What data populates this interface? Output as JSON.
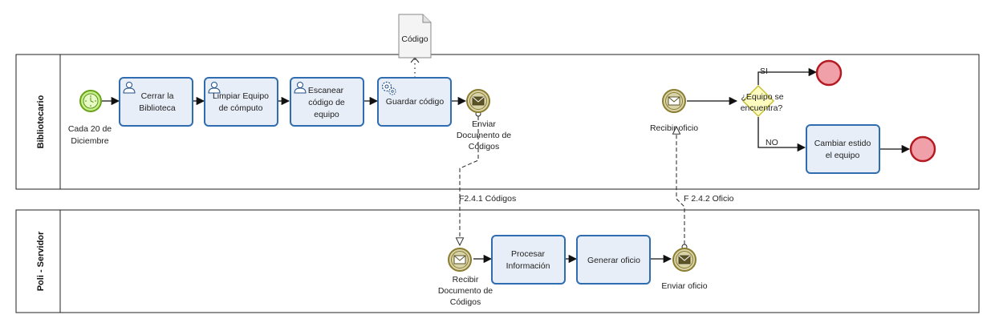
{
  "pools": {
    "bibliotecario": "Bibliotecario",
    "servidor": "Poli - Servidor"
  },
  "start_event": {
    "label_line1": "Cada 20 de",
    "label_line2": "Diciembre"
  },
  "tasks": {
    "cerrar": [
      "Cerrar la",
      "Biblioteca"
    ],
    "limpiar": [
      "Limpiar Equipo",
      "de cómputo"
    ],
    "escanear": [
      "Escanear",
      "código de",
      "equipo"
    ],
    "guardar": [
      "Guardar código"
    ],
    "procesar": [
      "Procesar",
      "Información"
    ],
    "generar": [
      "Generar oficio"
    ],
    "cambiar": [
      "Cambiar estido",
      "el equipo"
    ]
  },
  "data_object": {
    "label": "Código"
  },
  "events": {
    "enviar_doc": [
      "Enviar",
      "Documento de",
      "Códigos"
    ],
    "recibir_oficio": [
      "Recibir oficio"
    ],
    "recibir_doc": [
      "Recibir",
      "Documento de",
      "Códigos"
    ],
    "enviar_oficio": [
      "Enviar oficio"
    ]
  },
  "gateway": {
    "question": [
      "¿Equipo se",
      "encuentra?"
    ],
    "yes": "SI",
    "no": "NO"
  },
  "message_flows": {
    "codigos": "F2.4.1 Códigos",
    "oficio": "F 2.4.2 Oficio"
  },
  "colors": {
    "task_fill": "#e8eef8",
    "task_stroke": "#2f6db0",
    "start_fill": "#c6f08a",
    "end_fill": "#f0a0a8",
    "end_stroke": "#b51a22",
    "gateway_fill": "#fffcc0",
    "message_event_fill": "#d9d3a8"
  }
}
